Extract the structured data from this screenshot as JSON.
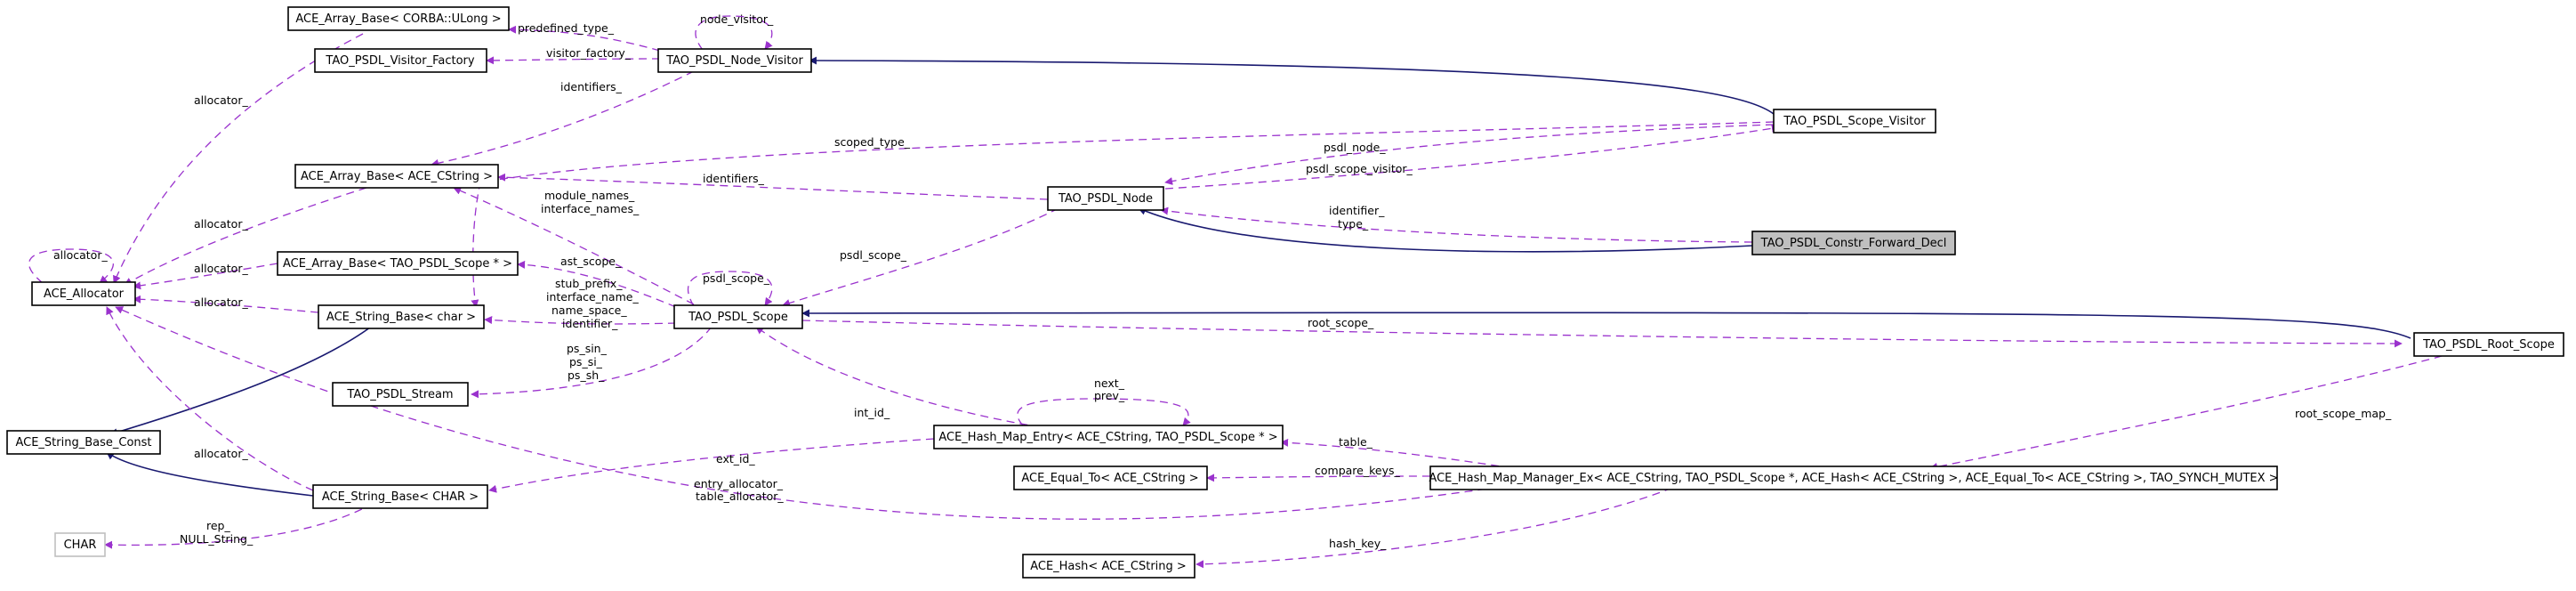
{
  "diagram": {
    "colors": {
      "inheritance_edge": "#191970",
      "usage_edge": "#9a32cd",
      "highlight_fill": "#bfbfbf",
      "node_border": "#000000",
      "external_border": "#bfbfbf"
    },
    "nodes": [
      {
        "id": "arr_ulong",
        "label": "ACE_Array_Base< CORBA::ULong >"
      },
      {
        "id": "visitor_factory",
        "label": "TAO_PSDL_Visitor_Factory"
      },
      {
        "id": "node_visitor",
        "label": "TAO_PSDL_Node_Visitor"
      },
      {
        "id": "scope_visitor",
        "label": "TAO_PSDL_Scope_Visitor"
      },
      {
        "id": "arr_cstring",
        "label": "ACE_Array_Base< ACE_CString >"
      },
      {
        "id": "psdl_node",
        "label": "TAO_PSDL_Node"
      },
      {
        "id": "constr_fwd",
        "label": "TAO_PSDL_Constr_Forward_Decl",
        "highlight": true
      },
      {
        "id": "allocator",
        "label": "ACE_Allocator"
      },
      {
        "id": "arr_scope",
        "label": "ACE_Array_Base< TAO_PSDL_Scope * >"
      },
      {
        "id": "str_char",
        "label": "ACE_String_Base< char >"
      },
      {
        "id": "psdl_scope",
        "label": "TAO_PSDL_Scope"
      },
      {
        "id": "root_scope",
        "label": "TAO_PSDL_Root_Scope"
      },
      {
        "id": "stream",
        "label": "TAO_PSDL_Stream"
      },
      {
        "id": "str_const",
        "label": "ACE_String_Base_Const"
      },
      {
        "id": "hash_entry",
        "label": "ACE_Hash_Map_Entry< ACE_CString, TAO_PSDL_Scope * >"
      },
      {
        "id": "equal_to",
        "label": "ACE_Equal_To< ACE_CString >"
      },
      {
        "id": "hash_mgr",
        "label": "ACE_Hash_Map_Manager_Ex< ACE_CString, TAO_PSDL_Scope *, ACE_Hash< ACE_CString >, ACE_Equal_To< ACE_CString >, TAO_SYNCH_MUTEX >"
      },
      {
        "id": "str_CHAR",
        "label": "ACE_String_Base< CHAR >"
      },
      {
        "id": "char",
        "label": "CHAR",
        "external": true
      },
      {
        "id": "hash",
        "label": "ACE_Hash< ACE_CString >"
      }
    ],
    "edge_labels": {
      "predefined_type": "predefined_type_",
      "node_visitor": "node_visitor_",
      "visitor_factory": "visitor_factory_",
      "identifiers_top": "identifiers_",
      "scoped_type": "scoped_type_",
      "psdl_node": "psdl_node_",
      "psdl_scope_visitor": "psdl_scope_visitor_",
      "identifiers_mid": "identifiers_",
      "identifier_type_1": "identifier_",
      "identifier_type_2": "type_",
      "allocator_top": "allocator_",
      "allocator_self": "allocator_",
      "allocator_arr_cstring": "allocator_",
      "allocator_arr_scope": "allocator_",
      "allocator_str_char": "allocator_",
      "allocator_str_CHAR": "allocator_",
      "module_names_1": "module_names_",
      "module_names_2": "interface_names_",
      "ast_scope": "ast_scope_",
      "psdl_scope_self": "psdl_scope_",
      "psdl_scope_from_node": "psdl_scope_",
      "stub_prefix_1": "stub_prefix_",
      "stub_prefix_2": "interface_name_",
      "stub_prefix_3": "name_space_",
      "stub_prefix_4": "identifier_",
      "ps_1": "ps_sin_",
      "ps_2": "ps_si_",
      "ps_3": "ps_sh_",
      "root_scope": "root_scope_",
      "int_id": "int_id_",
      "next_prev_1": "next_",
      "next_prev_2": "prev_",
      "root_scope_map": "root_scope_map_",
      "ext_id": "ext_id_",
      "table": "table_",
      "compare_keys": "compare_keys_",
      "entry_alloc_1": "entry_allocator_",
      "entry_alloc_2": "table_allocator_",
      "rep_1": "rep_",
      "rep_2": "NULL_String_",
      "hash_key": "hash_key_"
    }
  }
}
